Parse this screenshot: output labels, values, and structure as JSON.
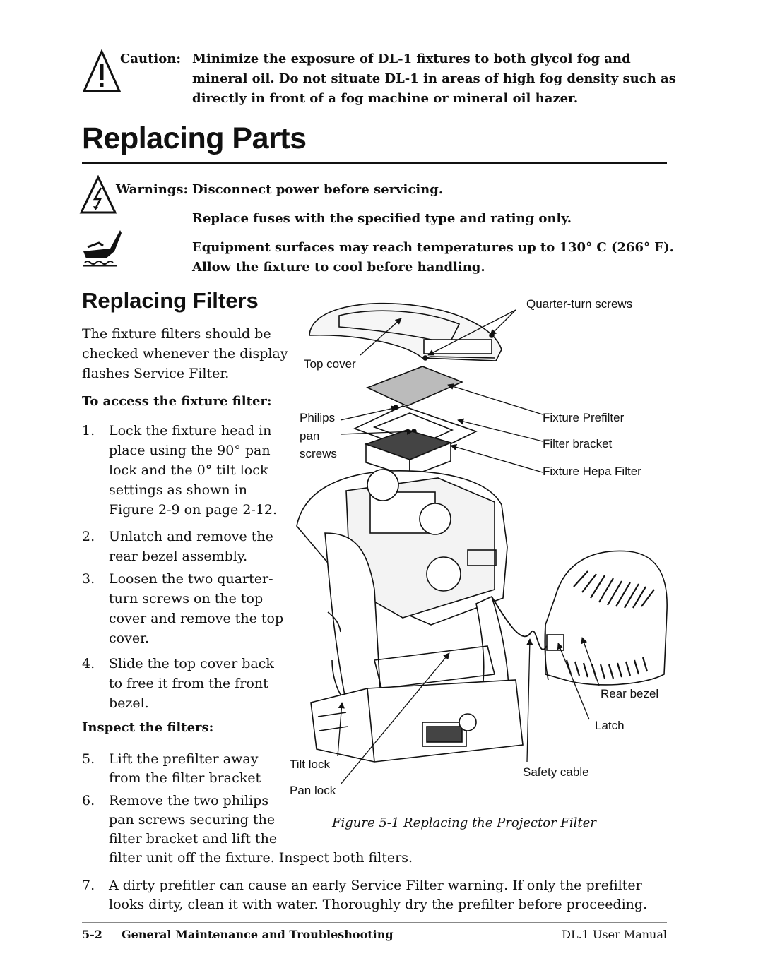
{
  "caution": {
    "label": "Caution:",
    "lines": [
      "Minimize the exposure of DL-1 fixtures to both glycol fog and",
      "mineral oil. Do not situate DL-1 in areas of high fog density such as",
      "directly in front of a fog machine or mineral oil hazer."
    ]
  },
  "page_title": "Replacing Parts",
  "warnings": {
    "label": "Warnings:",
    "items": [
      "Disconnect power before servicing.",
      "Replace fuses with the specified type and rating only.",
      "Equipment surfaces may reach temperatures up to 130° C (266° F).",
      "Allow the fixture to cool before handling."
    ]
  },
  "section_title": "Replacing Filters",
  "intro": [
    "The fixture filters should be",
    "checked whenever the display",
    "flashes Service Filter."
  ],
  "access_heading": "To access the fixture filter:",
  "steps_access": [
    {
      "num": "1.",
      "lines": [
        "Lock the fixture head in",
        "place using the 90° pan",
        "lock and the 0° tilt lock",
        "settings as shown in",
        "Figure 2-9 on page 2-12."
      ]
    },
    {
      "num": "2.",
      "lines": [
        "Unlatch and remove the",
        "rear bezel assembly."
      ]
    },
    {
      "num": "3.",
      "lines": [
        "Loosen the two quarter-",
        "turn screws on the top",
        "cover and remove the top",
        "cover."
      ]
    },
    {
      "num": "4.",
      "lines": [
        "Slide the top cover back",
        "to free it from the front",
        "bezel."
      ]
    }
  ],
  "inspect_heading": "Inspect the filters:",
  "steps_inspect": [
    {
      "num": "5.",
      "lines": [
        "Lift the prefilter away",
        "from the filter bracket"
      ]
    },
    {
      "num": "6.",
      "lines": [
        "Remove the two philips",
        "pan screws securing the",
        "filter bracket and lift the",
        "filter unit off the fixture. Inspect both filters."
      ]
    },
    {
      "num": "7.",
      "lines": [
        "A dirty prefitler can cause an early Service Filter warning. If only the prefilter",
        "looks dirty, clean it with water. Thoroughly dry the prefilter before proceeding."
      ]
    }
  ],
  "figure": {
    "callouts": {
      "quarter_turn_screws": "Quarter-turn screws",
      "top_cover": "Top cover",
      "philips_pan_screws": [
        "Philips",
        "pan",
        "screws"
      ],
      "fixture_prefilter": "Fixture Prefilter",
      "filter_bracket": "Filter bracket",
      "fixture_hepa_filter": "Fixture Hepa Filter",
      "rear_bezel": "Rear bezel",
      "latch": "Latch",
      "tilt_lock": "Tilt lock",
      "safety_cable": "Safety cable",
      "pan_lock": "Pan lock"
    },
    "caption": "Figure 5-1  Replacing the Projector Filter"
  },
  "footer": {
    "page_number": "5-2",
    "chapter": "General Maintenance and Troubleshooting",
    "manual": "DL.1 User Manual"
  }
}
